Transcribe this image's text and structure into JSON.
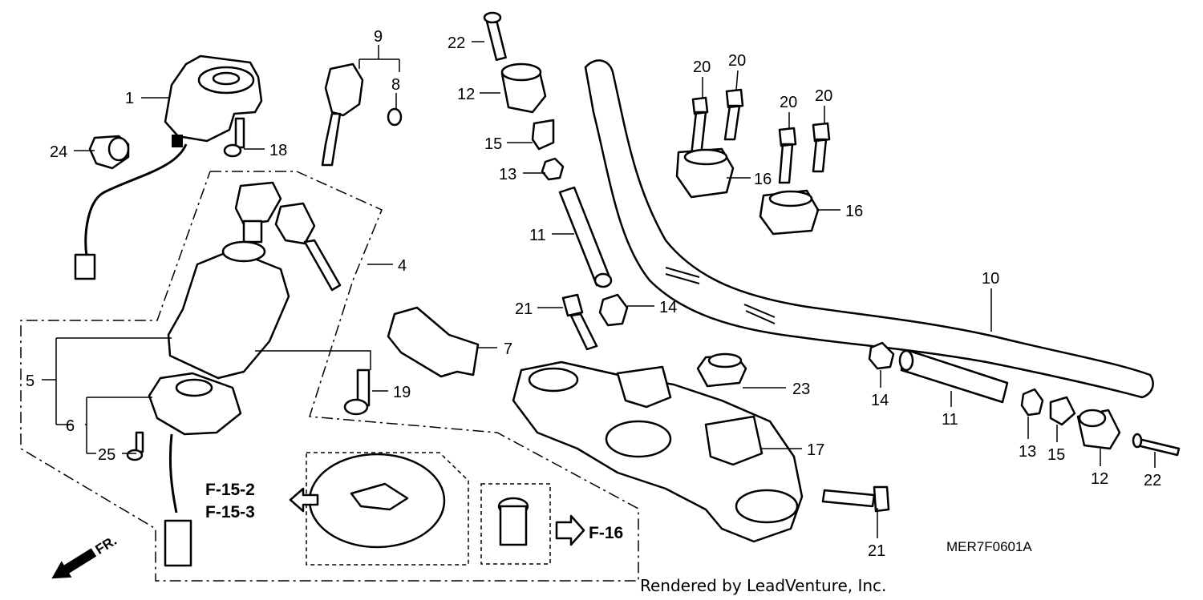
{
  "diagram": {
    "code": "MER7F0601A",
    "credit": "Rendered by LeadVenture, Inc.",
    "direction": "FR.",
    "references": [
      "F-15-2",
      "F-15-3",
      "F-16"
    ],
    "callouts": {
      "c1": "1",
      "c24": "24",
      "c18": "18",
      "c9": "9",
      "c8": "8",
      "c4": "4",
      "c5": "5",
      "c6": "6",
      "c25": "25",
      "c19": "19",
      "c7": "7",
      "c22a": "22",
      "c12a": "12",
      "c15a": "15",
      "c13a": "13",
      "c11a": "11",
      "c21a": "21",
      "c14a": "14",
      "c20a": "20",
      "c20b": "20",
      "c20c": "20",
      "c20d": "20",
      "c16a": "16",
      "c16b": "16",
      "c10": "10",
      "c23": "23",
      "c17": "17",
      "c14b": "14",
      "c11b": "11",
      "c13b": "13",
      "c15b": "15",
      "c12b": "12",
      "c22b": "22",
      "c21b": "21"
    }
  }
}
